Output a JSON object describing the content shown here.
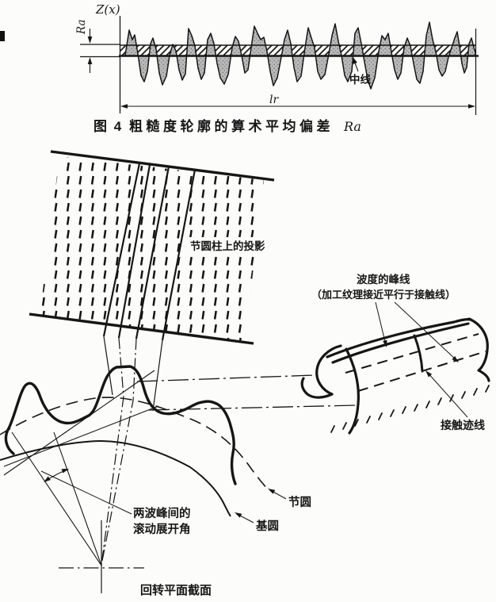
{
  "figure1": {
    "axis_label": "Z(x)",
    "ra_label": "Ra",
    "midline_label": "中线",
    "length_label": "lr",
    "caption": {
      "prefix": "图 4",
      "text": "粗糙度轮廓的算术平均偏差",
      "symbol": "Ra"
    }
  },
  "figure2": {
    "projection_label": "节圆柱上的投影",
    "wave_crest_label": "波度的峰线",
    "wave_crest_note": "（加工纹理接近平行于接触线）",
    "contact_trace_label": "接触迹线",
    "pitch_circle_label": "节圆",
    "base_circle_label": "基圆",
    "roll_angle_label_line1": "两波峰间的",
    "roll_angle_label_line2": "滚动展开角",
    "section_label": "回转平面截面"
  },
  "colors": {
    "ink": "#161616",
    "paper": "#fcfcfa"
  }
}
